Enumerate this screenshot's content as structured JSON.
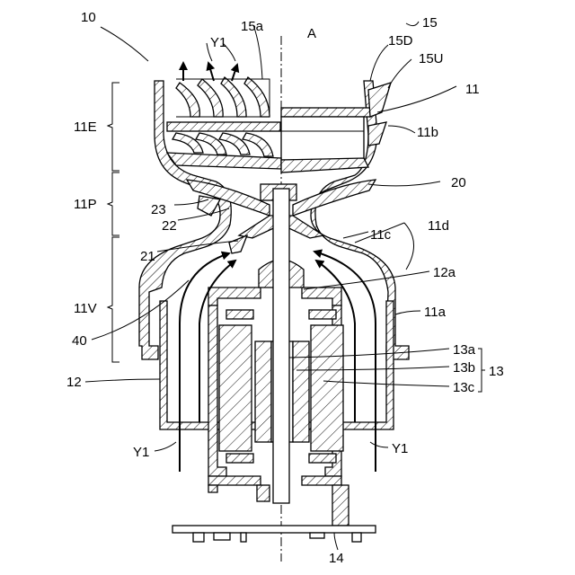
{
  "labels": {
    "fig_ref": "10",
    "axis": "A",
    "fan_blade": "15a",
    "fan": "15",
    "fan_lower": "15D",
    "fan_upper": "15U",
    "housing": "11",
    "housing_b": "11b",
    "exhaust": "11E",
    "y1_top": "Y1",
    "constriction": "11P",
    "part20": "20",
    "part23": "23",
    "part22": "22",
    "part21": "21",
    "throat": "11c",
    "throat_d": "11d",
    "shaft_top": "12a",
    "venturi": "11V",
    "housing_a": "11a",
    "part40": "40",
    "motor": "12",
    "rotor_a": "13a",
    "rotor_b": "13b",
    "rotor_c": "13c",
    "rotor": "13",
    "y1_left": "Y1",
    "y1_right": "Y1",
    "board": "14"
  }
}
